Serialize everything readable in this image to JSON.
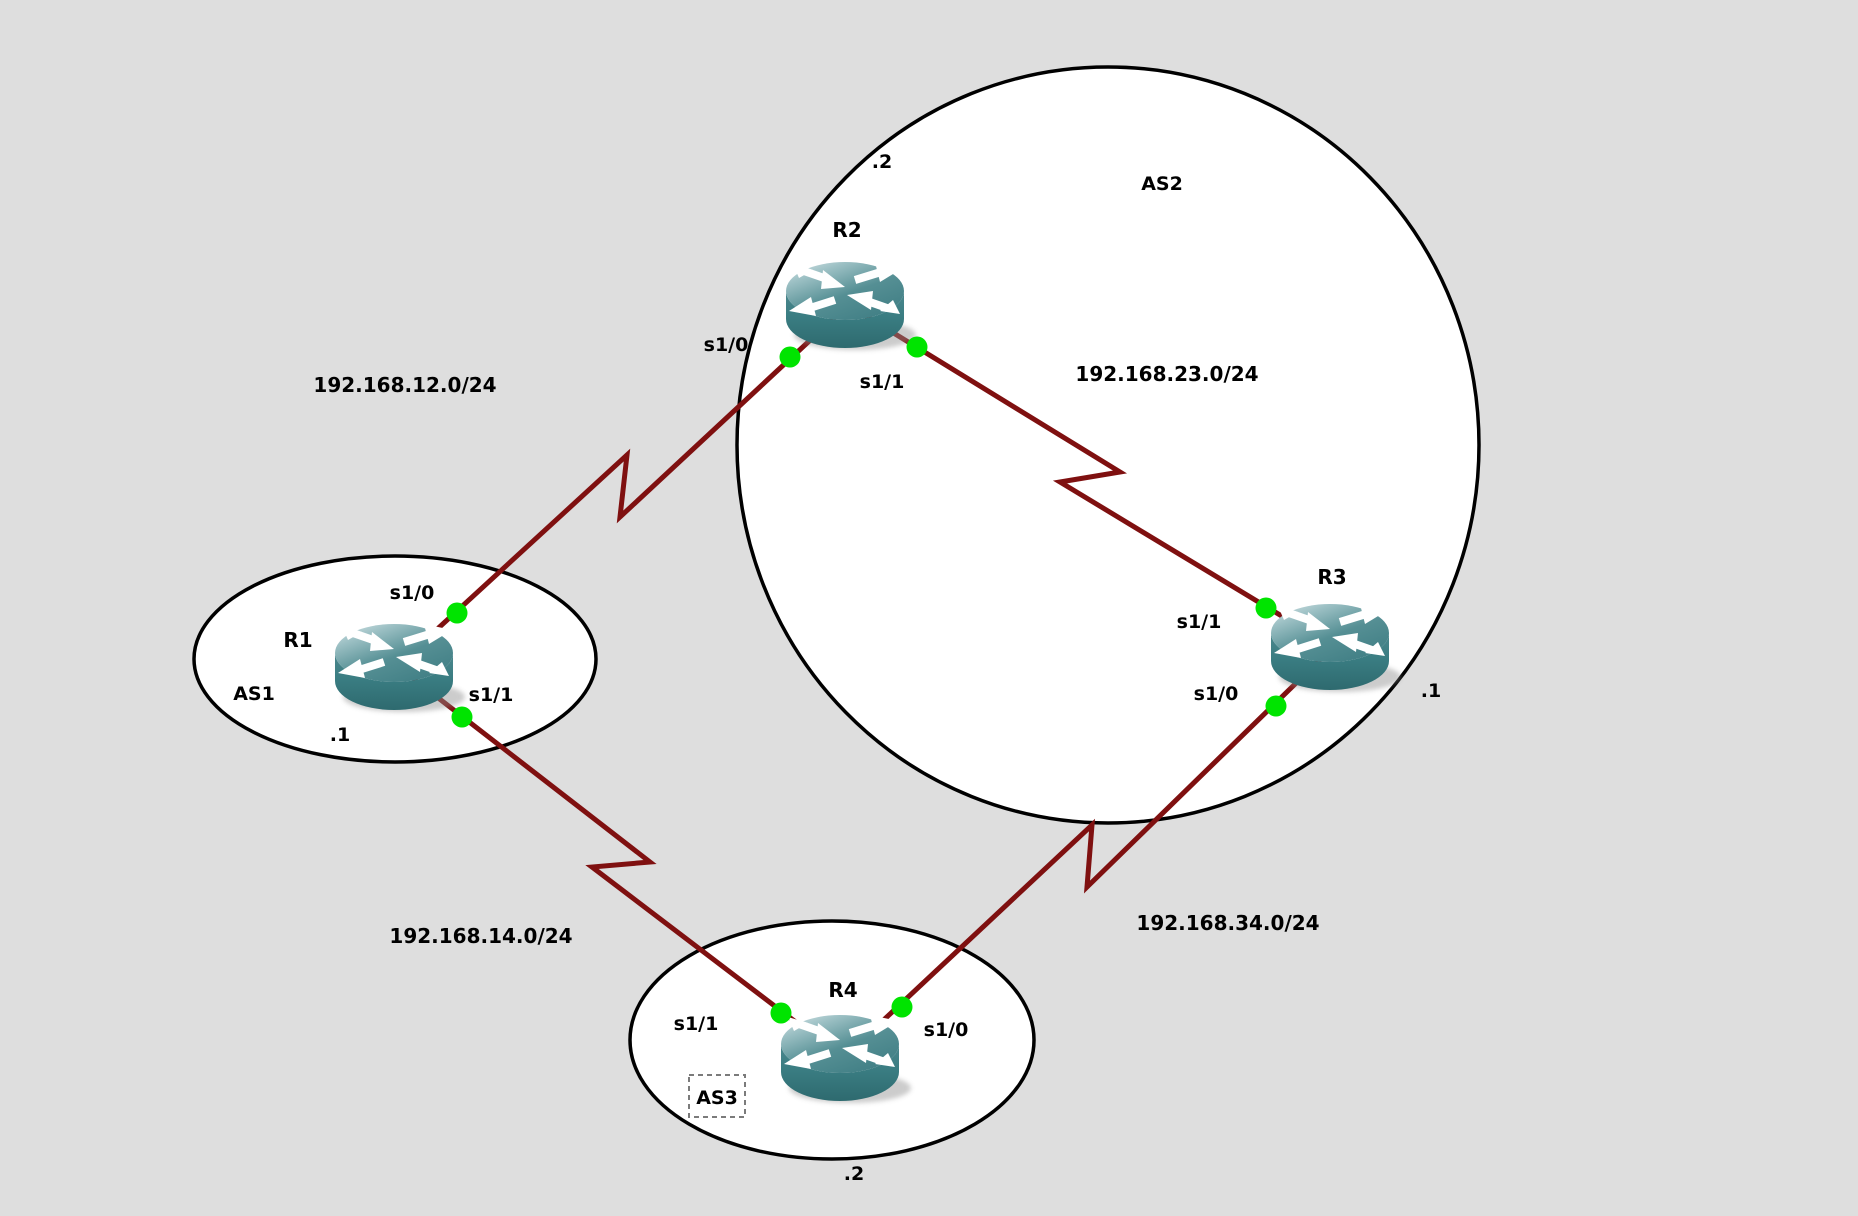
{
  "diagram": {
    "background_color": "#dedede",
    "as_fill_color": "#ffffff",
    "as_stroke_color": "#000000",
    "link_color": "#7f1010",
    "port_dot_color": "#00e400",
    "router_body_color": "#3a7d82",
    "label_color": "#000000",
    "as3_box_border_color": "#7b7b7b"
  },
  "autonomous_systems": [
    {
      "id": "as1",
      "label": "AS1",
      "boxed": false
    },
    {
      "id": "as2",
      "label": "AS2",
      "boxed": false
    },
    {
      "id": "as3",
      "label": "AS3",
      "boxed": true
    }
  ],
  "routers": [
    {
      "id": "r1",
      "label": "R1",
      "as": "AS1",
      "address_suffix": ".1"
    },
    {
      "id": "r2",
      "label": "R2",
      "as": "AS2",
      "address_suffix": ".2"
    },
    {
      "id": "r3",
      "label": "R3",
      "as": "AS2",
      "address_suffix": ".1"
    },
    {
      "id": "r4",
      "label": "R4",
      "as": "AS3",
      "address_suffix": ".2"
    }
  ],
  "links": [
    {
      "network": "192.168.12.0/24",
      "endpoints": [
        {
          "router": "R1",
          "interface": "s1/0"
        },
        {
          "router": "R2",
          "interface": "s1/0"
        }
      ]
    },
    {
      "network": "192.168.23.0/24",
      "endpoints": [
        {
          "router": "R2",
          "interface": "s1/1"
        },
        {
          "router": "R3",
          "interface": "s1/1"
        }
      ]
    },
    {
      "network": "192.168.14.0/24",
      "endpoints": [
        {
          "router": "R1",
          "interface": "s1/1"
        },
        {
          "router": "R4",
          "interface": "s1/1"
        }
      ]
    },
    {
      "network": "192.168.34.0/24",
      "endpoints": [
        {
          "router": "R3",
          "interface": "s1/0"
        },
        {
          "router": "R4",
          "interface": "s1/0"
        }
      ]
    }
  ]
}
